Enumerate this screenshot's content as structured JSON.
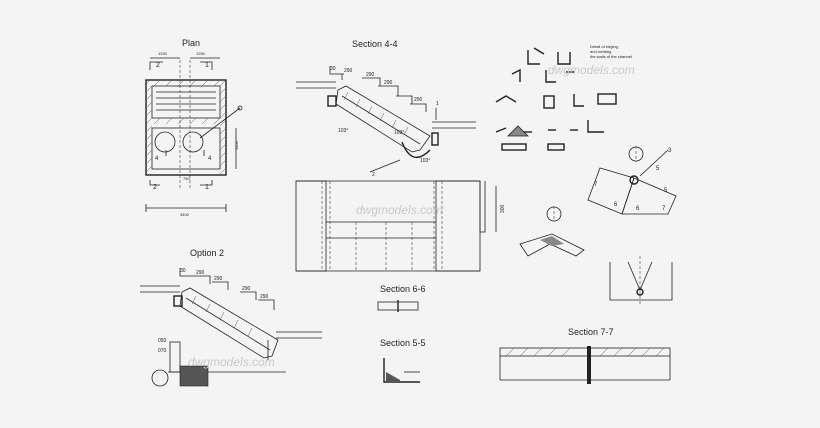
{
  "labels": {
    "plan": "Plan",
    "section_4_4": "Section 4-4",
    "option_2": "Option 2",
    "section_6_6": "Section 6-6",
    "section_5_5": "Section 5-5",
    "section_7_7": "Section 7-7"
  },
  "detail_note": [
    "Detail of edging,",
    "and welding",
    "the walls of the channel"
  ],
  "watermark": "dwgmodels.com",
  "plan_dims": {
    "top_a": "1250",
    "top_b": "1250",
    "right": "1400",
    "bottom_mid": "750",
    "bottom": "3400",
    "marks": [
      "2",
      "1",
      "4",
      "4",
      "2",
      "1",
      "1"
    ]
  },
  "section44_dims": [
    "30",
    "290",
    "290",
    "290",
    "290",
    "103°",
    "103°",
    "103°",
    "2",
    "1"
  ],
  "option2_dims": [
    "30",
    "290",
    "290",
    "290",
    "290",
    "050",
    "070"
  ],
  "elevation_dim": "300",
  "detail_marks": [
    "3",
    "5",
    "5",
    "6",
    "6",
    "7",
    "7"
  ]
}
